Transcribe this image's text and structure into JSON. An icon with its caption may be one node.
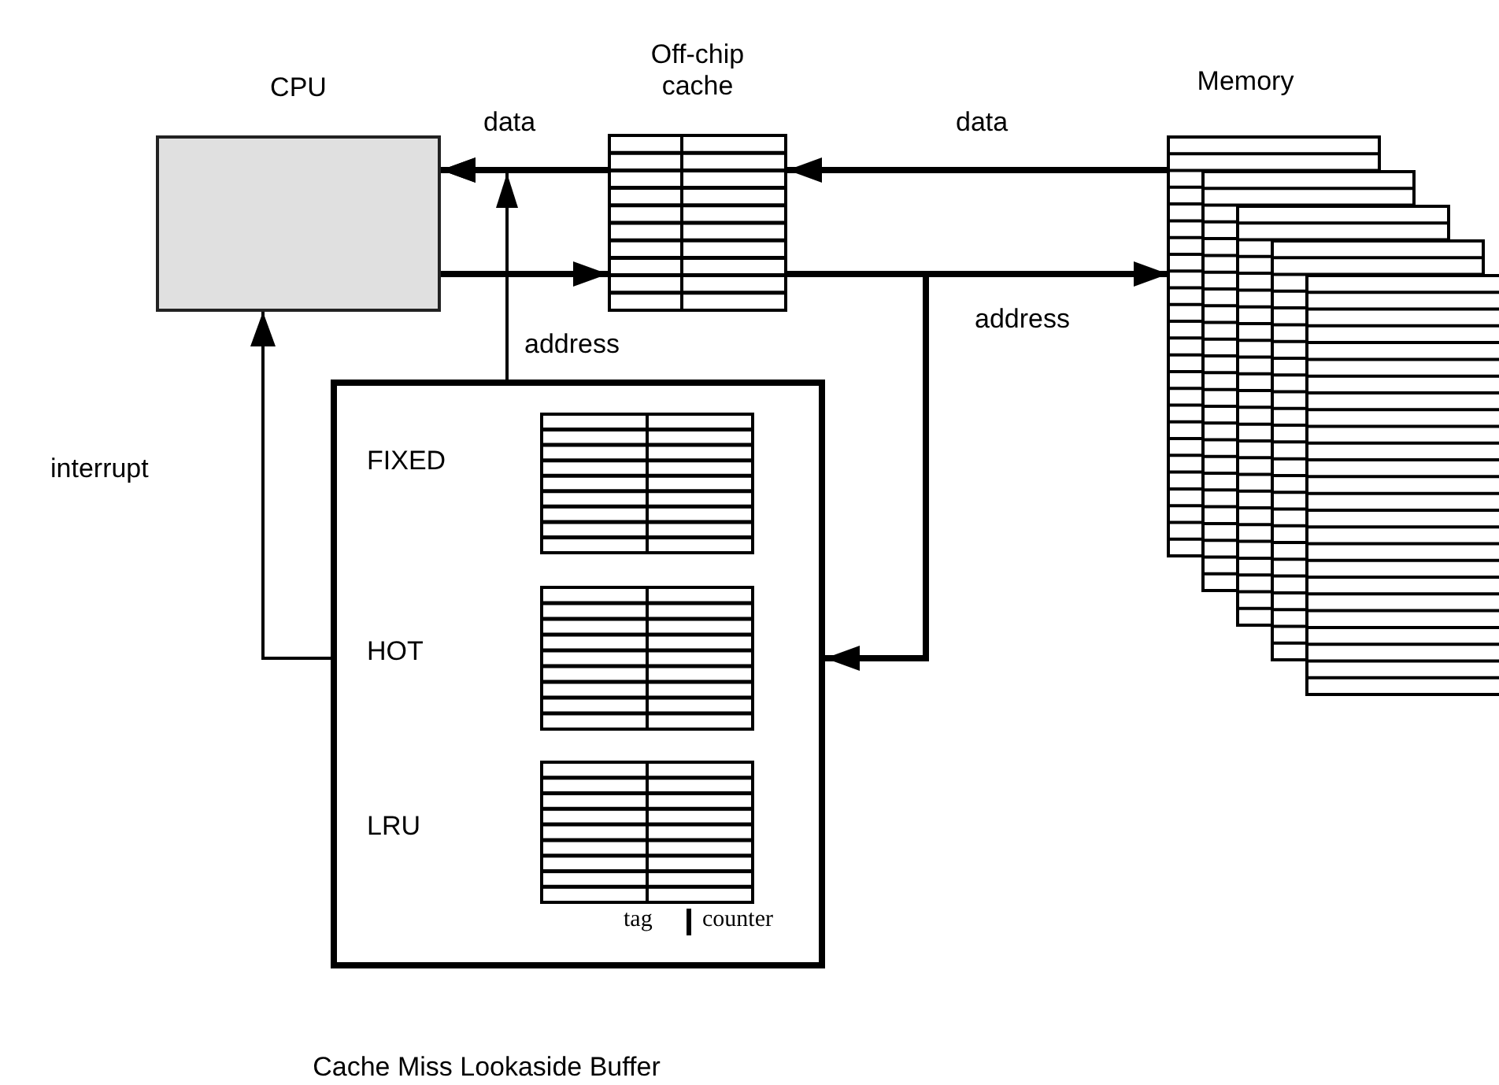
{
  "diagram": {
    "nodes": [
      {
        "text": [
          "CPU"
        ]
      },
      {
        "text": [
          "Off-chip cache"
        ]
      },
      {
        "text": [
          "Memory"
        ]
      },
      {
        "text": [
          "Cache Miss Lookaside Buffer"
        ]
      },
      {
        "text": [
          "FIXED"
        ],
        "in": 3
      },
      {
        "text": [
          "HOT"
        ],
        "in": 3
      },
      {
        "text": [
          "LRU"
        ],
        "in": 3
      }
    ],
    "edges": [
      {
        "from": 1,
        "to": 0,
        "arrow": "to",
        "label": "data"
      },
      {
        "from": 2,
        "to": 1,
        "arrow": "to",
        "label": "data"
      },
      {
        "from": 0,
        "to": 1,
        "arrow": "to"
      },
      {
        "from": 1,
        "to": 2,
        "arrow": "to",
        "label": "address"
      },
      {
        "from": 1,
        "to": 3,
        "arrow": "to"
      },
      {
        "from": 3,
        "to": 0,
        "arrow": "to",
        "label": "interrupt"
      },
      {
        "from": 3,
        "to": 0,
        "arrow": "to",
        "label": "address"
      }
    ],
    "labels": [
      "tag",
      "counter"
    ]
  }
}
